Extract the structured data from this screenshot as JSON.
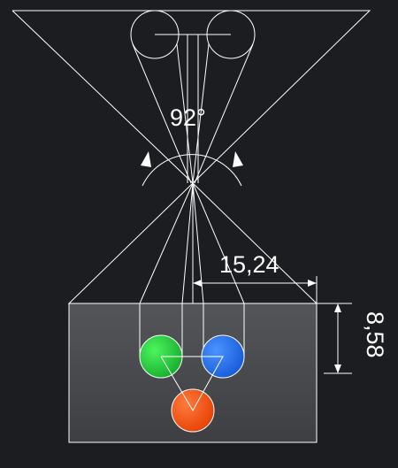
{
  "title": "",
  "angle_label": "92°",
  "horizontal_dimension_label": "15,24",
  "vertical_dimension_label": "8,58",
  "colors": {
    "background": "#1c1d21",
    "screen_top": "#545559",
    "screen_bottom": "#3e3f43",
    "line": "#ffffff",
    "green_lens": "#22c43a",
    "blue_lens": "#1e70f2",
    "red_lens": "#ff5312"
  },
  "lenses": [
    {
      "name": "green",
      "color": "#22c43a"
    },
    {
      "name": "blue",
      "color": "#1e70f2"
    },
    {
      "name": "red",
      "color": "#ff5312"
    }
  ]
}
